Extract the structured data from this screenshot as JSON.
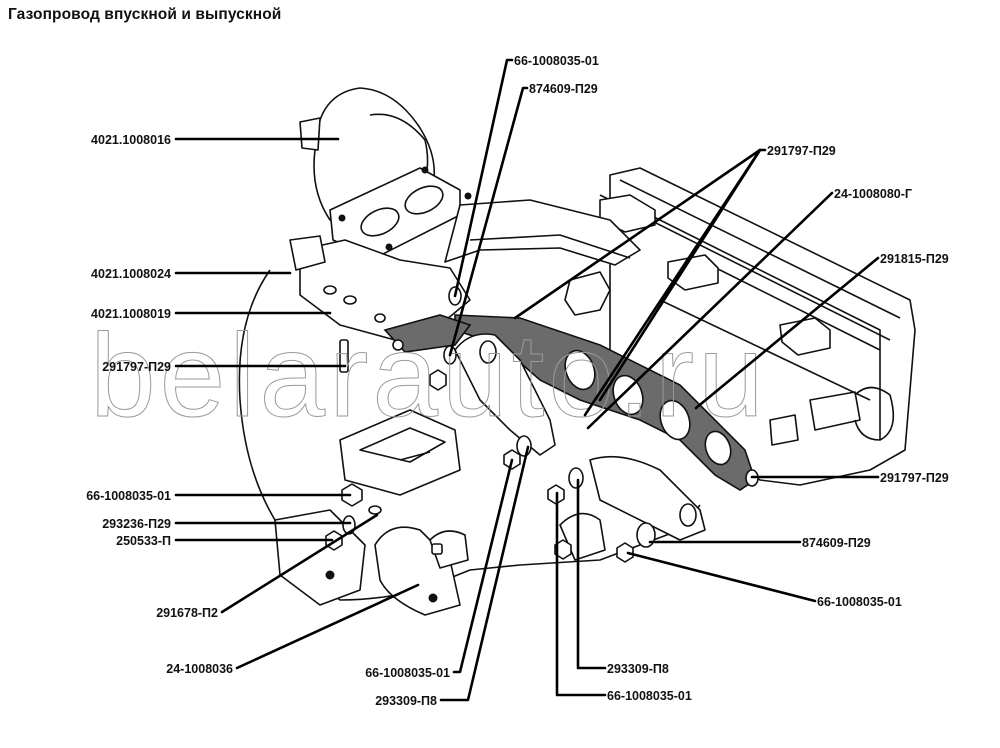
{
  "title": "Газопровод впускной и выпускной",
  "watermark": "belarauto.ru",
  "callouts": [
    {
      "id": "c01",
      "label": "66-1008035-01",
      "side": "top"
    },
    {
      "id": "c02",
      "label": "874609-П29",
      "side": "top"
    },
    {
      "id": "c03",
      "label": "4021.1008016",
      "side": "left"
    },
    {
      "id": "c04",
      "label": "291797-П29",
      "side": "right"
    },
    {
      "id": "c05",
      "label": "24-1008080-Г",
      "side": "right"
    },
    {
      "id": "c06",
      "label": "4021.1008024",
      "side": "left"
    },
    {
      "id": "c07",
      "label": "291815-П29",
      "side": "right"
    },
    {
      "id": "c08",
      "label": "4021.1008019",
      "side": "left"
    },
    {
      "id": "c09",
      "label": "291797-П29",
      "side": "left"
    },
    {
      "id": "c10",
      "label": "66-1008035-01",
      "side": "left"
    },
    {
      "id": "c11",
      "label": "291797-П29",
      "side": "right"
    },
    {
      "id": "c12",
      "label": "293236-П29",
      "side": "left"
    },
    {
      "id": "c13",
      "label": "250533-П",
      "side": "left"
    },
    {
      "id": "c14",
      "label": "874609-П29",
      "side": "right"
    },
    {
      "id": "c15",
      "label": "66-1008035-01",
      "side": "right"
    },
    {
      "id": "c16",
      "label": "291678-П2",
      "side": "left"
    },
    {
      "id": "c17",
      "label": "24-1008036",
      "side": "left"
    },
    {
      "id": "c18",
      "label": "293309-П8",
      "side": "bottom"
    },
    {
      "id": "c19",
      "label": "66-1008035-01",
      "side": "bottom"
    },
    {
      "id": "c20",
      "label": "293309-П8",
      "side": "bottom"
    },
    {
      "id": "c21",
      "label": "66-1008035-01",
      "side": "bottom"
    }
  ]
}
